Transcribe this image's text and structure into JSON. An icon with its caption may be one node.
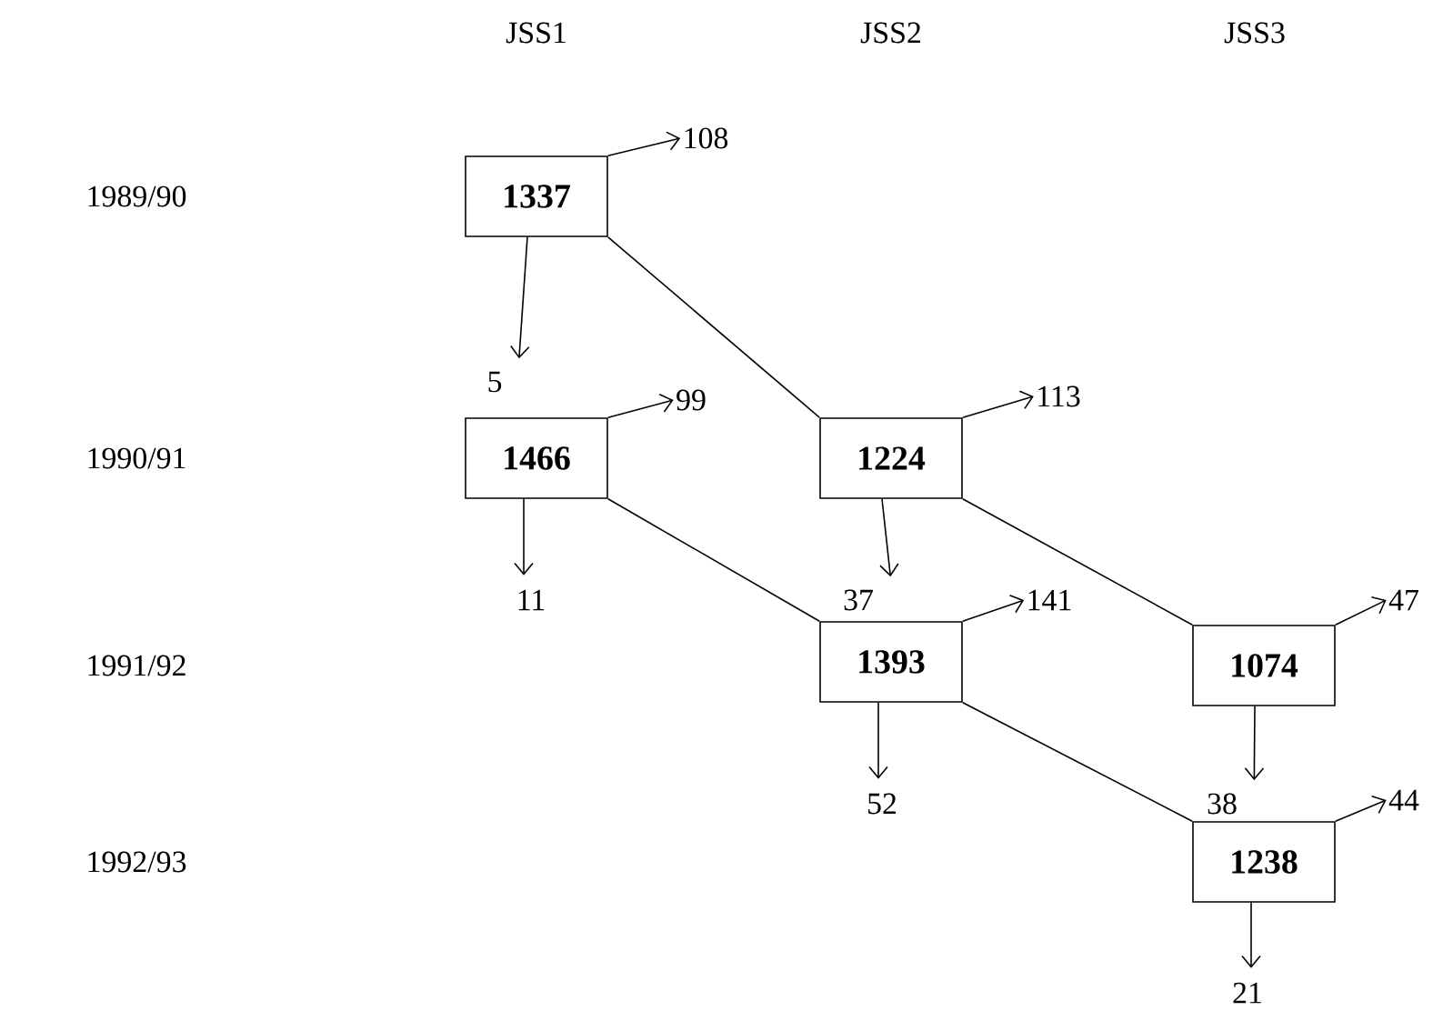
{
  "diagram": {
    "nodes": [
      {
        "text": [
          "1337"
        ]
      },
      {
        "text": [
          "108"
        ]
      },
      {
        "text": [
          "5"
        ]
      },
      {
        "text": [
          "1466"
        ]
      },
      {
        "text": [
          "99"
        ]
      },
      {
        "text": [
          "1224"
        ]
      },
      {
        "text": [
          "113"
        ]
      },
      {
        "text": [
          "11"
        ]
      },
      {
        "text": [
          "37"
        ]
      },
      {
        "text": [
          "1393"
        ]
      },
      {
        "text": [
          "141"
        ]
      },
      {
        "text": [
          "1074"
        ]
      },
      {
        "text": [
          "47"
        ]
      },
      {
        "text": [
          "52"
        ]
      },
      {
        "text": [
          "38"
        ]
      },
      {
        "text": [
          "1238"
        ]
      },
      {
        "text": [
          "44"
        ]
      },
      {
        "text": [
          "21"
        ]
      }
    ],
    "edges": [
      {
        "from": 0,
        "to": 1,
        "arrow": "to"
      },
      {
        "from": 0,
        "to": 2,
        "arrow": "to"
      },
      {
        "from": 0,
        "to": 5,
        "arrow": "none"
      },
      {
        "from": 3,
        "to": 4,
        "arrow": "to"
      },
      {
        "from": 3,
        "to": 7,
        "arrow": "to"
      },
      {
        "from": 3,
        "to": 9,
        "arrow": "none"
      },
      {
        "from": 5,
        "to": 6,
        "arrow": "to"
      },
      {
        "from": 5,
        "to": 8,
        "arrow": "to"
      },
      {
        "from": 5,
        "to": 11,
        "arrow": "none"
      },
      {
        "from": 9,
        "to": 10,
        "arrow": "to"
      },
      {
        "from": 9,
        "to": 13,
        "arrow": "to"
      },
      {
        "from": 9,
        "to": 15,
        "arrow": "none"
      },
      {
        "from": 11,
        "to": 12,
        "arrow": "to"
      },
      {
        "from": 11,
        "to": 14,
        "arrow": "to"
      },
      {
        "from": 15,
        "to": 16,
        "arrow": "to"
      },
      {
        "from": 15,
        "to": 17,
        "arrow": "to"
      }
    ],
    "labels": [
      "JSS1",
      "JSS2",
      "JSS3",
      "1989/90",
      "1990/91",
      "1991/92",
      "1992/93"
    ]
  }
}
